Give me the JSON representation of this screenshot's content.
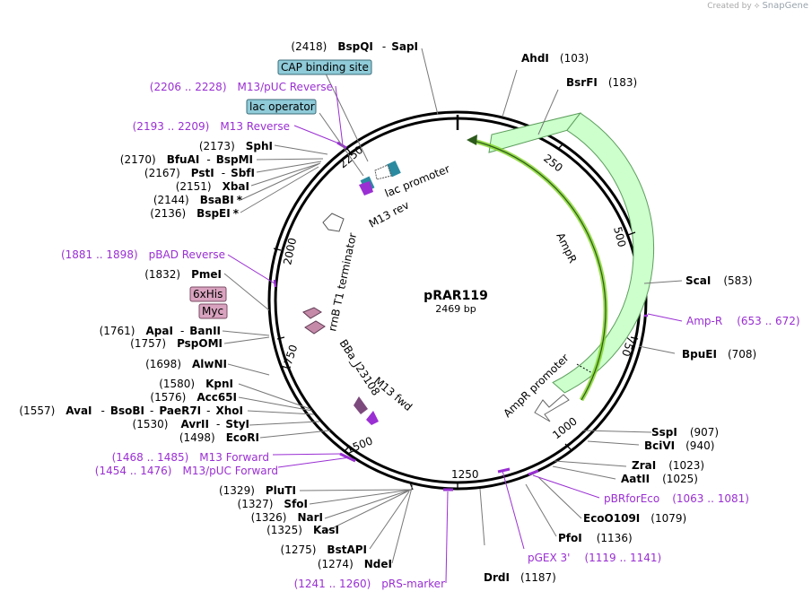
{
  "credit": {
    "prefix": "Created by",
    "brand": "SnapGene"
  },
  "plasmid": {
    "name": "pRAR119",
    "size": "2469 bp"
  },
  "ticks": [
    "250",
    "500",
    "750",
    "1000",
    "1250",
    "1500",
    "1750",
    "2000",
    "2250"
  ],
  "sites": [
    {
      "enz": "AhdI",
      "pos": "(103)"
    },
    {
      "enz": "BsrFI",
      "pos": "(183)"
    },
    {
      "enz": "ScaI",
      "pos": "(583)"
    },
    {
      "enz": "BpuEI",
      "pos": "(708)"
    },
    {
      "enz": "SspI",
      "pos": "(907)"
    },
    {
      "enz": "BciVI",
      "pos": "(940)"
    },
    {
      "enz": "ZraI",
      "pos": "(1023)"
    },
    {
      "enz": "AatII",
      "pos": "(1025)"
    },
    {
      "enz": "EcoO109I",
      "pos": "(1079)"
    },
    {
      "enz": "PfoI",
      "pos": "(1136)"
    },
    {
      "enz": "DrdI",
      "pos": "(1187)"
    },
    {
      "enz": "NdeI",
      "pos": "(1274)"
    },
    {
      "enz": "BstAPI",
      "pos": "(1275)"
    },
    {
      "enz": "KasI",
      "pos": "(1325)"
    },
    {
      "enz": "NarI",
      "pos": "(1326)"
    },
    {
      "enz": "SfoI",
      "pos": "(1327)"
    },
    {
      "enz": "PluTI",
      "pos": "(1329)"
    },
    {
      "enz": "EcoRI",
      "pos": "(1498)"
    },
    {
      "enz": "AvrII",
      "enz2": "StyI",
      "pos": "(1530)"
    },
    {
      "enz": "AvaI",
      "enz2": "BsoBI",
      "enz3": "PaeR7I",
      "enz4": "XhoI",
      "pos": "(1557)"
    },
    {
      "enz": "Acc65I",
      "pos": "(1576)"
    },
    {
      "enz": "KpnI",
      "pos": "(1580)"
    },
    {
      "enz": "AlwNI",
      "pos": "(1698)"
    },
    {
      "enz": "PspOMI",
      "pos": "(1757)"
    },
    {
      "enz": "ApaI",
      "enz2": "BanII",
      "pos": "(1761)"
    },
    {
      "enz": "PmeI",
      "pos": "(1832)"
    },
    {
      "enz": "BspEI",
      "star": "*",
      "pos": "(2136)"
    },
    {
      "enz": "BsaBI",
      "star": "*",
      "pos": "(2144)"
    },
    {
      "enz": "XbaI",
      "pos": "(2151)"
    },
    {
      "enz": "PstI",
      "enz2": "SbfI",
      "pos": "(2167)"
    },
    {
      "enz": "BfuAI",
      "enz2": "BspMI",
      "pos": "(2170)"
    },
    {
      "enz": "SphI",
      "pos": "(2173)"
    },
    {
      "enz": "BspQI",
      "enz2": "SapI",
      "pos": "(2418)"
    }
  ],
  "primers": [
    {
      "name": "Amp-R",
      "range": "(653 .. 672)"
    },
    {
      "name": "pBRforEco",
      "range": "(1063 .. 1081)"
    },
    {
      "name": "pGEX 3'",
      "range": "(1119 .. 1141)"
    },
    {
      "name": "pRS-marker",
      "range": "(1241 .. 1260)"
    },
    {
      "name": "M13/pUC Forward",
      "range": "(1454 .. 1476)"
    },
    {
      "name": "M13 Forward",
      "range": "(1468 .. 1485)"
    },
    {
      "name": "pBAD Reverse",
      "range": "(1881 .. 1898)"
    },
    {
      "name": "M13 Reverse",
      "range": "(2193 .. 2209)"
    },
    {
      "name": "M13/pUC Reverse",
      "range": "(2206 .. 2228)"
    }
  ],
  "boxed_features": [
    "CAP binding site",
    "lac operator",
    "6xHis",
    "Myc"
  ],
  "features": [
    "AmpR",
    "AmpR promoter",
    "lac promoter",
    "M13 rev",
    "rrnB T1 terminator",
    "BBa_J23108",
    "M13 fwd"
  ],
  "colors": {
    "ampr_fill": "#ccffcc",
    "ampr_stroke": "#5d9e5d",
    "highlight": "#7ed321",
    "primer": "#9a2fd3",
    "box_blue": "#8fcbd9",
    "box_pink": "#d9a3bf",
    "lac_blue": "#2b8aa0",
    "m13_purple": "#9a2fd3",
    "promoter_arrow": "#7d4a7d",
    "tag_pink": "#c48aa8"
  }
}
